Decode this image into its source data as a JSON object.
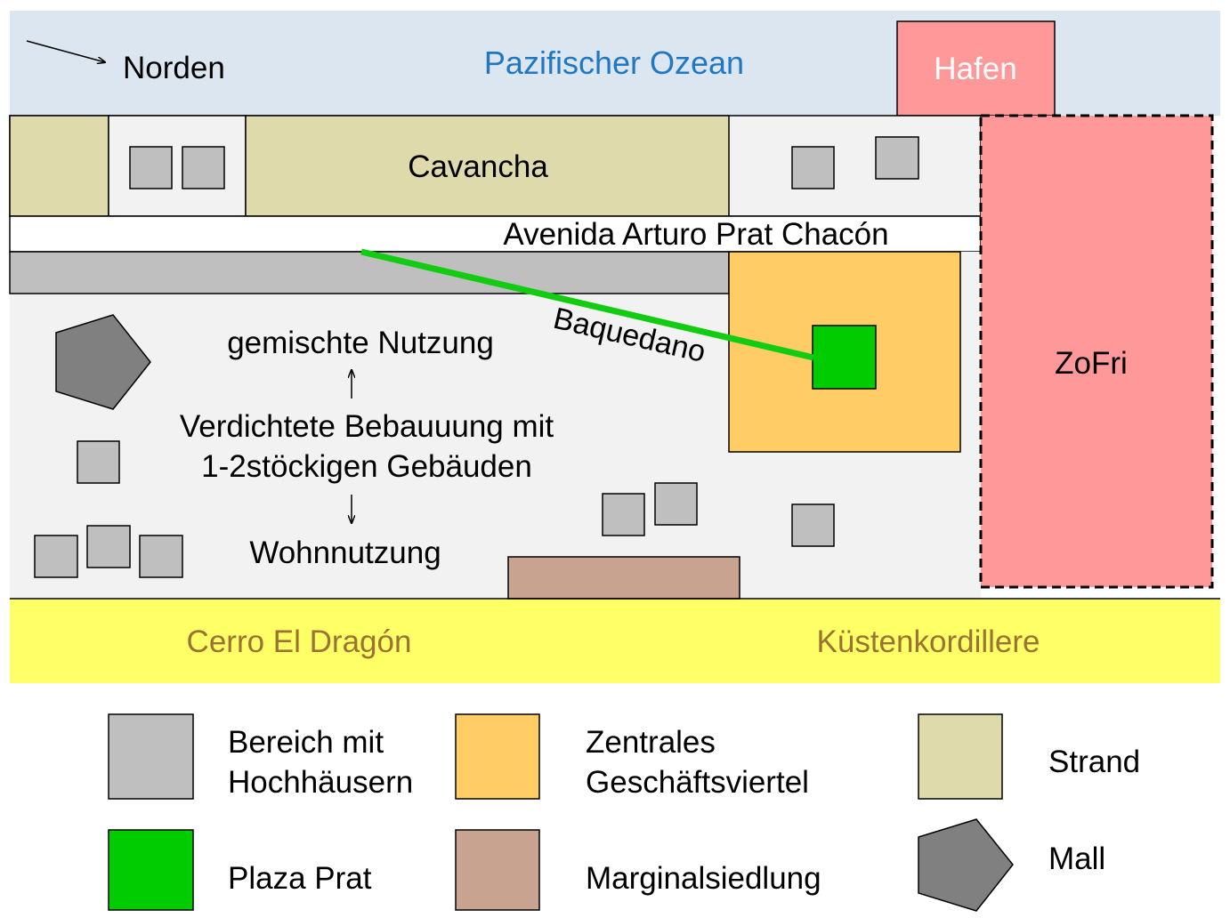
{
  "compass": {
    "label": "Norden"
  },
  "map": {
    "ocean": "Pazifischer Ozean",
    "harbor": "Hafen",
    "beach": "Cavancha",
    "avenue": "Avenida Arturo Prat Chacón",
    "street": "Baquedano",
    "free_zone": "ZoFri",
    "mixed_use": "gemischte Nutzung",
    "dense_line1": "Verdichtete Bebauuung mit",
    "dense_line2": "1-2stöckigen Gebäuden",
    "residential": "Wohnnutzung",
    "hill": "Cerro El Dragón",
    "cordillera": "Küstenkordillere"
  },
  "legend": {
    "highrise_line1": "Bereich mit",
    "highrise_line2": "Hochhäusern",
    "cbd_line1": "Zentrales",
    "cbd_line2": "Geschäftsviertel",
    "beach": "Strand",
    "plaza": "Plaza Prat",
    "slum": "Marginalsiedlung",
    "mall": "Mall"
  },
  "colors": {
    "ocean": "#dce6f1",
    "ocean_text": "#1f78c1",
    "beach": "#dfdaac",
    "highrise": "#bfbfbf",
    "city": "#f2f2f2",
    "cbd": "#ffcc66",
    "plaza": "#00cc00",
    "street_line": "#11cc11",
    "free_zone": "#ff9999",
    "slum": "#c8a390",
    "mountains": "#ffff66",
    "mountain_text": "#9c7232",
    "mall": "#808080"
  }
}
